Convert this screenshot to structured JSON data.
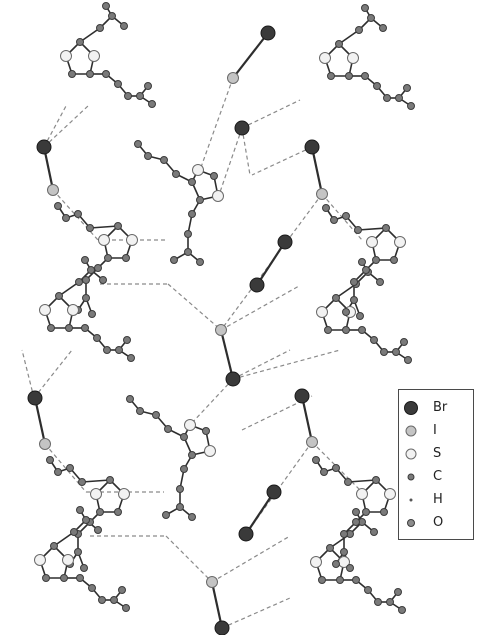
{
  "legend": {
    "items": [
      {
        "label": "Br",
        "symbol": "Br"
      },
      {
        "label": "I",
        "symbol": "I"
      },
      {
        "label": "S",
        "symbol": "S"
      },
      {
        "label": "C",
        "symbol": "C"
      },
      {
        "label": "H",
        "symbol": "H"
      },
      {
        "label": "O",
        "symbol": "O"
      }
    ]
  },
  "atom_styles": {
    "Br": {
      "fill": "#3a3a3a",
      "stroke": "#1a1a1a"
    },
    "I": {
      "fill": "#c4c4c4",
      "stroke": "#6a6a6a"
    },
    "S": {
      "fill": "#f2f2f2",
      "stroke": "#6a6a6a"
    },
    "C": {
      "fill": "#7a7a7a",
      "stroke": "#3c3c3c"
    },
    "H": {
      "fill": "#555555",
      "stroke": "#555555"
    },
    "O": {
      "fill": "#8c8c8c",
      "stroke": "#3c3c3c"
    }
  },
  "colors": {
    "bond": "#2e2e2e",
    "contact": "#8a8a8a"
  }
}
